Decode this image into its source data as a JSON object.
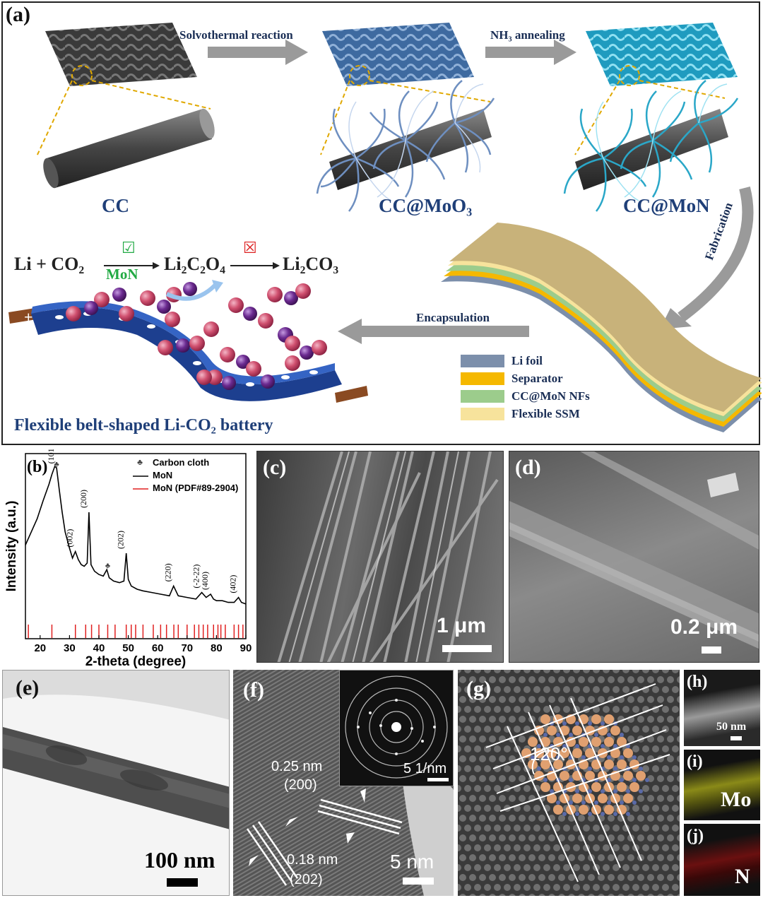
{
  "panel_a": {
    "label": "(a)",
    "stages": [
      "CC",
      "CC@MoO₃",
      "CC@MoN"
    ],
    "arrows": {
      "solvothermal": "Solvothermal reaction",
      "nh3": "NH₃ annealing",
      "fabrication": "Fabrication",
      "encapsulation": "Encapsulation"
    },
    "reaction": {
      "left": "Li + CO₂",
      "catalyst": "MoN",
      "mid": "Li₂C₂O₄",
      "right": "Li₂CO₃",
      "check": "☑",
      "cross": "☒"
    },
    "battery_title": "Flexible belt-shaped Li-CO₂ battery",
    "terminal_plus": "+",
    "terminal_minus": "-",
    "legend": [
      {
        "label": "Li foil",
        "color": "#7c8fab"
      },
      {
        "label": "Separator",
        "color": "#f5b800"
      },
      {
        "label": "CC@MoN NFs",
        "color": "#9ccc8c"
      },
      {
        "label": "Flexible SSM",
        "color": "#f7e39c"
      }
    ]
  },
  "panel_b": {
    "label": "(b)",
    "legend": [
      "Carbon cloth",
      "MoN",
      "MoN (PDF#89-2904)"
    ],
    "legend_colors": [
      "#444444",
      "#000000",
      "#e02020"
    ],
    "carbon_symbol": "♣"
  },
  "chart_data": {
    "type": "line",
    "xlabel": "2-theta (degree)",
    "ylabel": "Intensity (a.u.)",
    "xlim": [
      15,
      90
    ],
    "xticks": [
      20,
      30,
      40,
      50,
      60,
      70,
      80,
      90
    ],
    "series": [
      {
        "name": "MoN",
        "x": [
          15,
          17,
          19,
          21,
          23,
          24,
          25,
          25.6,
          26.5,
          27.5,
          28.5,
          30,
          31,
          32,
          33,
          34,
          35,
          36,
          36.6,
          37.3,
          38.5,
          40,
          41.5,
          42.7,
          43.5,
          45,
          47,
          48.5,
          49.3,
          50,
          51,
          53,
          55,
          58,
          61,
          64,
          65.4,
          67,
          70,
          73,
          75,
          76.5,
          78,
          79,
          80,
          82,
          84,
          86,
          87.5,
          88.5,
          90
        ],
        "y": [
          0.52,
          0.6,
          0.68,
          0.79,
          0.89,
          0.95,
          1.0,
          0.99,
          0.86,
          0.72,
          0.6,
          0.5,
          0.44,
          0.48,
          0.43,
          0.4,
          0.39,
          0.41,
          0.72,
          0.4,
          0.36,
          0.34,
          0.33,
          0.37,
          0.32,
          0.3,
          0.29,
          0.3,
          0.47,
          0.31,
          0.27,
          0.25,
          0.24,
          0.23,
          0.22,
          0.21,
          0.27,
          0.21,
          0.2,
          0.19,
          0.23,
          0.2,
          0.22,
          0.19,
          0.18,
          0.18,
          0.17,
          0.17,
          0.2,
          0.17,
          0.16
        ]
      }
    ],
    "reference_lines_x": [
      16,
      24,
      32,
      35.5,
      37.5,
      40,
      43,
      45.5,
      49.3,
      51,
      52.5,
      55,
      58.5,
      61,
      63,
      65.5,
      67,
      70,
      72.5,
      74,
      75.5,
      77,
      79,
      80.5,
      81.5,
      83,
      86,
      87.5,
      89
    ],
    "peak_labels": [
      {
        "text": "(101)",
        "x": 25.6
      },
      {
        "text": "(002)",
        "x": 32
      },
      {
        "text": "(200)",
        "x": 36.6
      },
      {
        "text": "(202)",
        "x": 49.3
      },
      {
        "text": "(220)",
        "x": 65.4
      },
      {
        "text": "(-2-22)",
        "x": 75
      },
      {
        "text": "(400)",
        "x": 78
      },
      {
        "text": "(402)",
        "x": 87.5
      }
    ],
    "carbon_marks_x": [
      25.6,
      43
    ]
  },
  "panel_c": {
    "label": "(c)",
    "scale": "1 μm"
  },
  "panel_d": {
    "label": "(d)",
    "scale": "0.2 μm"
  },
  "panel_e": {
    "label": "(e)",
    "scale": "100 nm"
  },
  "panel_f": {
    "label": "(f)",
    "scale": "5 nm",
    "inset_scale": "5 1/nm",
    "d1": "0.25 nm",
    "d1_plane": "(200)",
    "d2": "0.18 nm",
    "d2_plane": "(202)"
  },
  "panel_g": {
    "label": "(g)",
    "angle": "120°"
  },
  "panel_h": {
    "label": "(h)",
    "scale": "50 nm"
  },
  "panel_i": {
    "label": "(i)",
    "element": "Mo"
  },
  "panel_j": {
    "label": "(j)",
    "element": "N"
  }
}
